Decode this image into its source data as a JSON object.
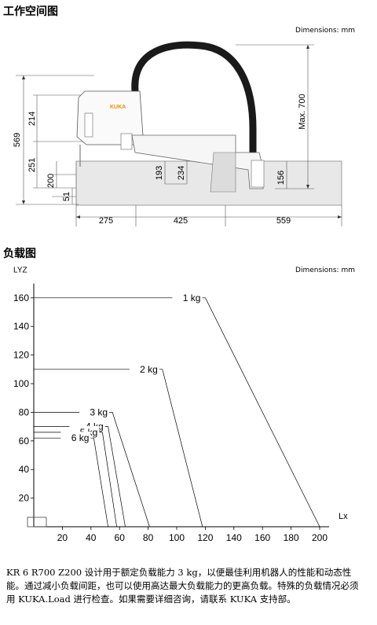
{
  "sections": {
    "workspace_title": "工作空间图",
    "payload_title": "负载图",
    "dimensions_note": "Dimensions: mm"
  },
  "robot": {
    "brand": "KUKA",
    "vertical_dims": [
      "569",
      "214",
      "251",
      "200",
      "51",
      "193",
      "234",
      "156"
    ],
    "max_label": "Max. 700",
    "horizontal_dims": [
      "275",
      "425",
      "559"
    ]
  },
  "chart_data": {
    "type": "line",
    "xlabel": "Lx",
    "ylabel": "LYZ",
    "xlim": [
      0,
      200
    ],
    "ylim": [
      0,
      170
    ],
    "xticks": [
      20,
      40,
      60,
      80,
      100,
      120,
      140,
      160,
      180,
      200
    ],
    "yticks": [
      20,
      40,
      60,
      80,
      100,
      120,
      140,
      160
    ],
    "series": [
      {
        "name": "1 kg",
        "points": [
          [
            0,
            160
          ],
          [
            120,
            160
          ],
          [
            200,
            0
          ]
        ]
      },
      {
        "name": "2 kg",
        "points": [
          [
            0,
            110
          ],
          [
            90,
            110
          ],
          [
            118,
            0
          ]
        ]
      },
      {
        "name": "3 kg",
        "points": [
          [
            0,
            80
          ],
          [
            55,
            80
          ],
          [
            81,
            0
          ]
        ]
      },
      {
        "name": "4 kg",
        "points": [
          [
            0,
            70
          ],
          [
            52,
            70
          ],
          [
            64,
            0
          ]
        ]
      },
      {
        "name": "5 kg",
        "points": [
          [
            0,
            66
          ],
          [
            48,
            66
          ],
          [
            58,
            0
          ]
        ]
      },
      {
        "name": "6 kg",
        "points": [
          [
            0,
            62
          ],
          [
            42,
            62
          ],
          [
            52,
            0
          ]
        ]
      }
    ]
  },
  "paragraph": "KR 6 R700 Z200 设计用于额定负载能力 3 kg，以便最佳利用机器人的性能和动态性能。通过减小负载间距，也可以使用高达最大负载能力的更高负载。特殊的负载情况必须用 KUKA.Load 进行检查。如果需要详细咨询，请联系 KUKA 支持部。"
}
